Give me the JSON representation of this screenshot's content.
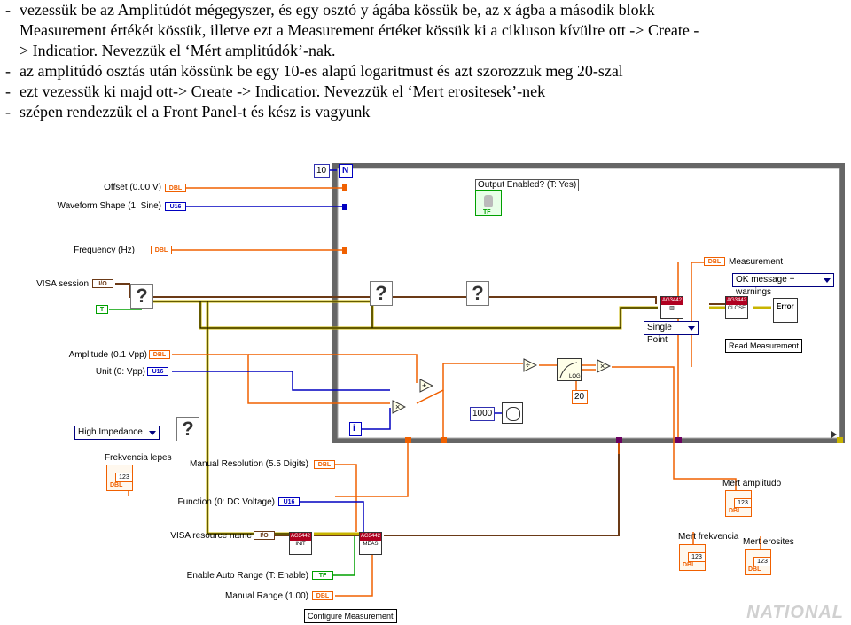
{
  "instructions": [
    "vezessük be az Amplitúdót mégegyszer, és egy osztó y ágába kössük be, az x ágba a második blokk",
    "Measurement értékét kössük, illetve ezt a Measurement értéket kössük ki a cikluson kívülre ott -> Create -",
    "> Indicatior. Nevezzük el ‘Mért amplitúdók’-nak.",
    "az amplitúdó osztás után kössünk be egy 10-es alapú logaritmust és azt szorozzuk meg 20-szal",
    "ezt vezessük ki majd ott-> Create -> Indicatior. Nevezzük el ‘Mert erositesek’-nek",
    "szépen rendezzük el a Front Panel-t és kész is vagyunk"
  ],
  "dash": "-",
  "controls": {
    "offset": "Offset (0.00 V)",
    "waveform_shape": "Waveform Shape (1: Sine)",
    "frequency": "Frequency (Hz)",
    "visa_session": "VISA session",
    "amplitude": "Amplitude (0.1 Vpp)",
    "unit": "Unit (0: Vpp)",
    "manual_resolution": "Manual Resolution (5.5 Digits)",
    "function": "Function (0: DC Voltage)",
    "visa_resource_name": "VISA resource name",
    "enable_auto_range": "Enable Auto Range (T: Enable)",
    "manual_range": "Manual Range (1.00)",
    "output_enabled": "Output Enabled? (T: Yes)",
    "measurement": "Measurement",
    "frekvencia_lepes": "Frekvencia lepes"
  },
  "terminals": {
    "dbl": "DBL",
    "u16": "U16",
    "io": "I/O",
    "tf": "TF",
    "t": "T"
  },
  "constants": {
    "loop_count": "10",
    "n": "N",
    "i": "i",
    "wait_ms": "1000",
    "multiplier": "20",
    "high_impedance": "High Impedance",
    "ok_message": "OK message + warnings",
    "single_point": "Single Point",
    "read_measurement": "Read Measurement",
    "configure_measurement": "Configure Measurement"
  },
  "indicators": {
    "mert_amplitudo": "Mert amplitudo",
    "mert_frekvencia": "Mert frekvencia",
    "mert_erosites": "Mert erosites",
    "value": "123",
    "dbl": "DBL"
  },
  "vis": {
    "ag": "AG3442",
    "close": "CLOSE",
    "meas": "MEAS",
    "init": "INIT",
    "error": "Error"
  },
  "watermark": "NATIONAL",
  "colors": {
    "dbl_wire": "#f06000",
    "int_wire": "#0000c0",
    "bool_wire": "#00a000",
    "visa_wire": "#6b3a17",
    "error_wire": "#c8b400",
    "loop_border": "#666666"
  }
}
